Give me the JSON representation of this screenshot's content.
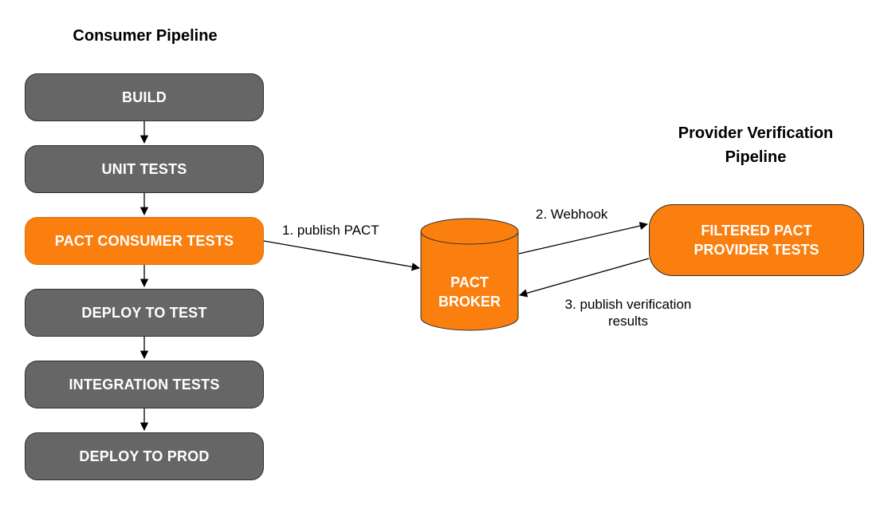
{
  "titles": {
    "consumer": "Consumer Pipeline",
    "provider_line1": "Provider Verification",
    "provider_line2": "Pipeline"
  },
  "consumer_steps": [
    {
      "label": "BUILD",
      "highlighted": false
    },
    {
      "label": "UNIT TESTS",
      "highlighted": false
    },
    {
      "label": "PACT CONSUMER TESTS",
      "highlighted": true
    },
    {
      "label": "DEPLOY TO TEST",
      "highlighted": false
    },
    {
      "label": "INTEGRATION TESTS",
      "highlighted": false
    },
    {
      "label": "DEPLOY TO PROD",
      "highlighted": false
    }
  ],
  "broker": {
    "line1": "PACT",
    "line2": "BROKER"
  },
  "provider_box": {
    "line1": "FILTERED PACT",
    "line2": "PROVIDER TESTS"
  },
  "edges": {
    "publish": "1. publish PACT",
    "webhook": "2. Webhook",
    "verify_line1": "3. publish verification",
    "verify_line2": "results"
  },
  "colors": {
    "step_dark": "#666666",
    "accent_orange": "#fa7f0e",
    "outline": "#2f2f2f",
    "text_light": "#ffffff"
  }
}
